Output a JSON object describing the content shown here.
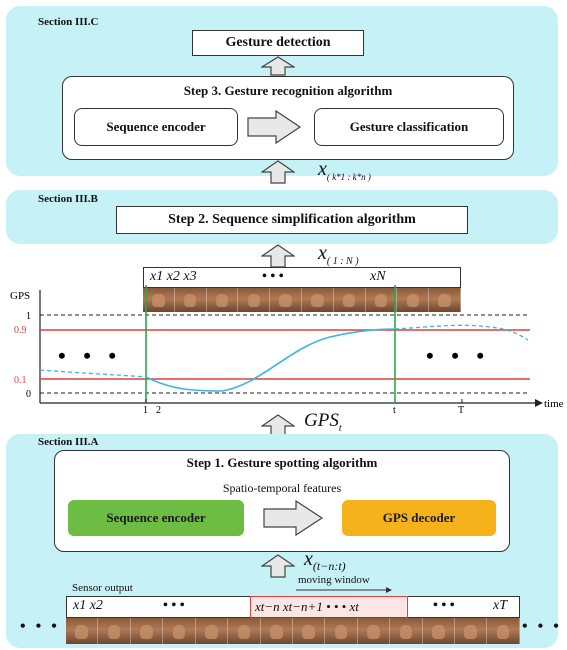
{
  "section_c": {
    "label": "Section III.C",
    "gesture_detection": "Gesture detection",
    "step3_title": "Step 3. Gesture recognition algorithm",
    "sequence_encoder": "Sequence encoder",
    "gesture_classification": "Gesture classification",
    "input_math": "x",
    "input_sub": "( k*1 : k*n )"
  },
  "section_b": {
    "label": "Section III.B",
    "step2_title": "Step 2. Sequence simplification algorithm",
    "input_math": "x",
    "input_sub": "( 1 : N )"
  },
  "frames_top": {
    "x1": "x1 x2 x3",
    "dots": "• • •",
    "xn": "xN"
  },
  "chart": {
    "ylabel": "GPS",
    "xlabel": "time",
    "y_ticks": [
      "1",
      "0.9",
      "0.1",
      "0"
    ],
    "x_ticks": [
      "1",
      "2",
      "t",
      "T"
    ],
    "gps_math": "GPS",
    "gps_sub": "t",
    "red_line_color": "#e0403c",
    "curve_color": "#3bb6de",
    "vline_color": "#2aa84a",
    "dots_left": "• • •",
    "dots_right": "• • •"
  },
  "section_a": {
    "label": "Section III.A",
    "step1_title": "Step 1. Gesture spotting algorithm",
    "features": "Spatio-temporal features",
    "sequence_encoder": "Sequence encoder",
    "gps_decoder": "GPS decoder",
    "encoder_color": "#6dbd45",
    "decoder_color": "#f6b21b",
    "input_math": "x",
    "input_sub": "(t−n:t)",
    "sensor_output": "Sensor output",
    "moving_window": "moving window",
    "x1x2": "x1 x2",
    "dots1": "• • •",
    "window_text": "xt−n  xt−n+1  • • •  xt",
    "dots2": "• • •",
    "xT": "xT",
    "left_dots": "• • •",
    "right_dots": "• • •"
  }
}
